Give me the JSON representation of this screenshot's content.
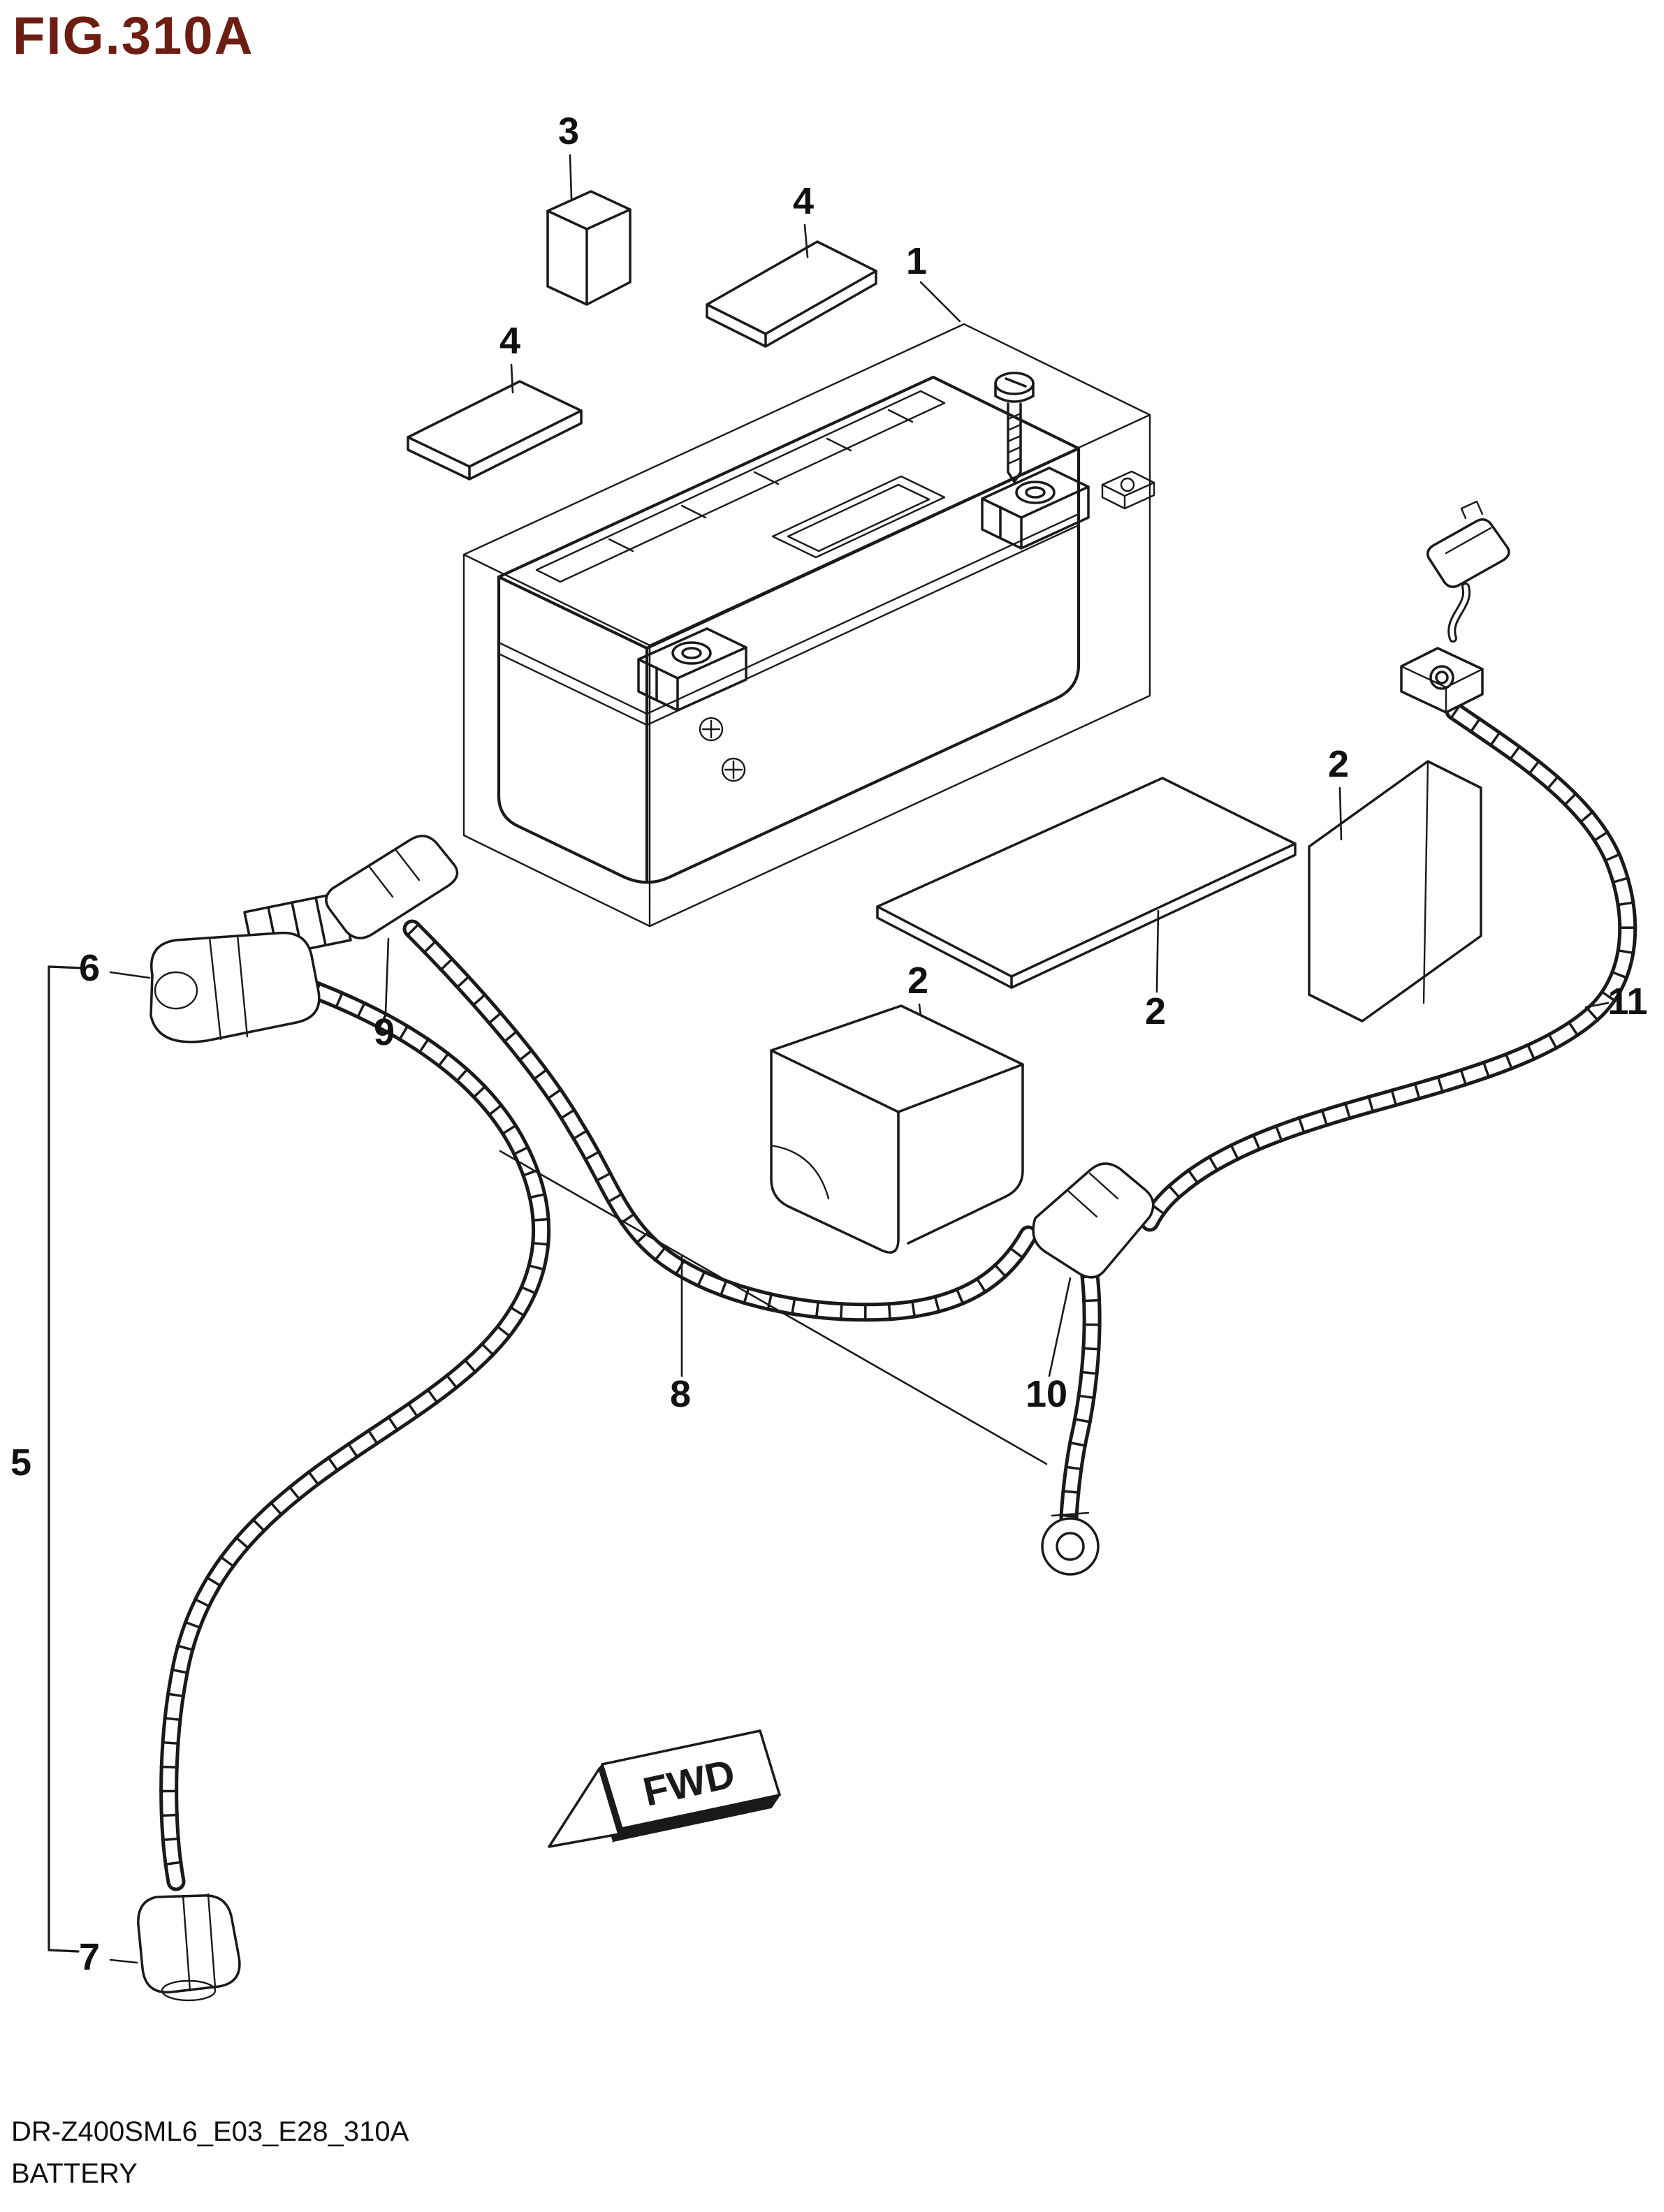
{
  "figure": {
    "title": "FIG.310A",
    "doc_code": "DR-Z400SML6_E03_E28_310A",
    "part_name": "BATTERY",
    "fwd_label": "FWD"
  },
  "colors": {
    "title_accent": "#6e1d12",
    "diagram_line": "#1a1a1a",
    "background": "#ffffff"
  },
  "callouts": [
    {
      "label": "1"
    },
    {
      "label": "2"
    },
    {
      "label": "2"
    },
    {
      "label": "2"
    },
    {
      "label": "3"
    },
    {
      "label": "4"
    },
    {
      "label": "4"
    },
    {
      "label": "5"
    },
    {
      "label": "6"
    },
    {
      "label": "7"
    },
    {
      "label": "8"
    },
    {
      "label": "9"
    },
    {
      "label": "10"
    },
    {
      "label": "11"
    }
  ]
}
